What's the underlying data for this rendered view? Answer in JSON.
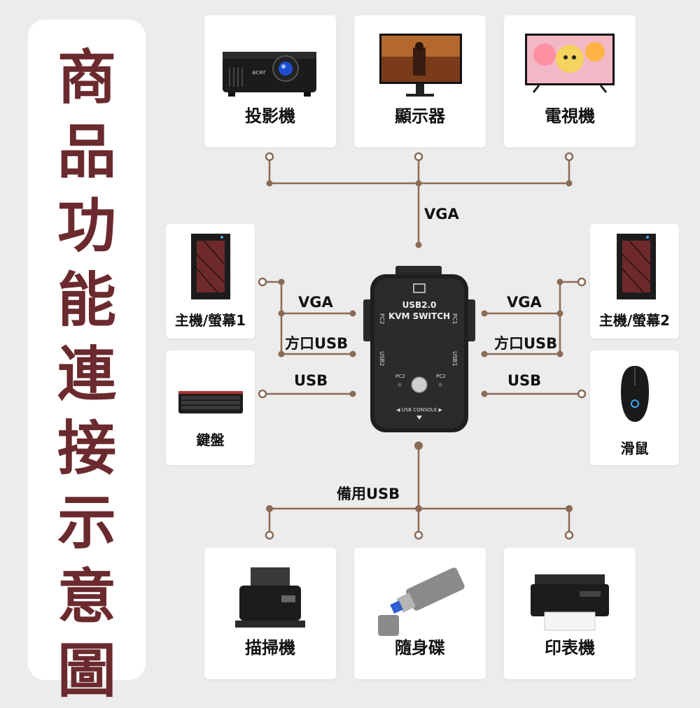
{
  "title_chars": [
    "商",
    "品",
    "功",
    "能",
    "連",
    "接",
    "示",
    "意",
    "圖"
  ],
  "top_devices": [
    {
      "label": "投影機"
    },
    {
      "label": "顯示器"
    },
    {
      "label": "電視機"
    }
  ],
  "bottom_devices": [
    {
      "label": "描掃機"
    },
    {
      "label": "隨身碟"
    },
    {
      "label": "印表機"
    }
  ],
  "left_devices": [
    {
      "label": "主機/螢幕1"
    },
    {
      "label": "鍵盤"
    }
  ],
  "right_devices": [
    {
      "label": "主機/螢幕2"
    },
    {
      "label": "滑鼠"
    }
  ],
  "wire_labels": {
    "top_vga": "VGA",
    "left_vga": "VGA",
    "left_usb_square": "方口USB",
    "left_usb": "USB",
    "right_vga": "VGA",
    "right_usb_square": "方口USB",
    "right_usb": "USB",
    "bottom_usb": "備用USB"
  },
  "switch": {
    "line1": "USB2.0",
    "line2": "KVM SWITCH",
    "pc1_side": "PC1",
    "pc2_side": "PC2",
    "usb1_side": "USB1",
    "usb2_side": "USB2",
    "led_pc2": "PC2",
    "led_pc2b": "PC2",
    "console": "◀ USB CONSOLE ▶"
  },
  "acer_brand": "acer",
  "colors": {
    "title": "#6b2a2e",
    "wire": "#8b6a55",
    "background": "#ececec",
    "card": "#ffffff"
  }
}
